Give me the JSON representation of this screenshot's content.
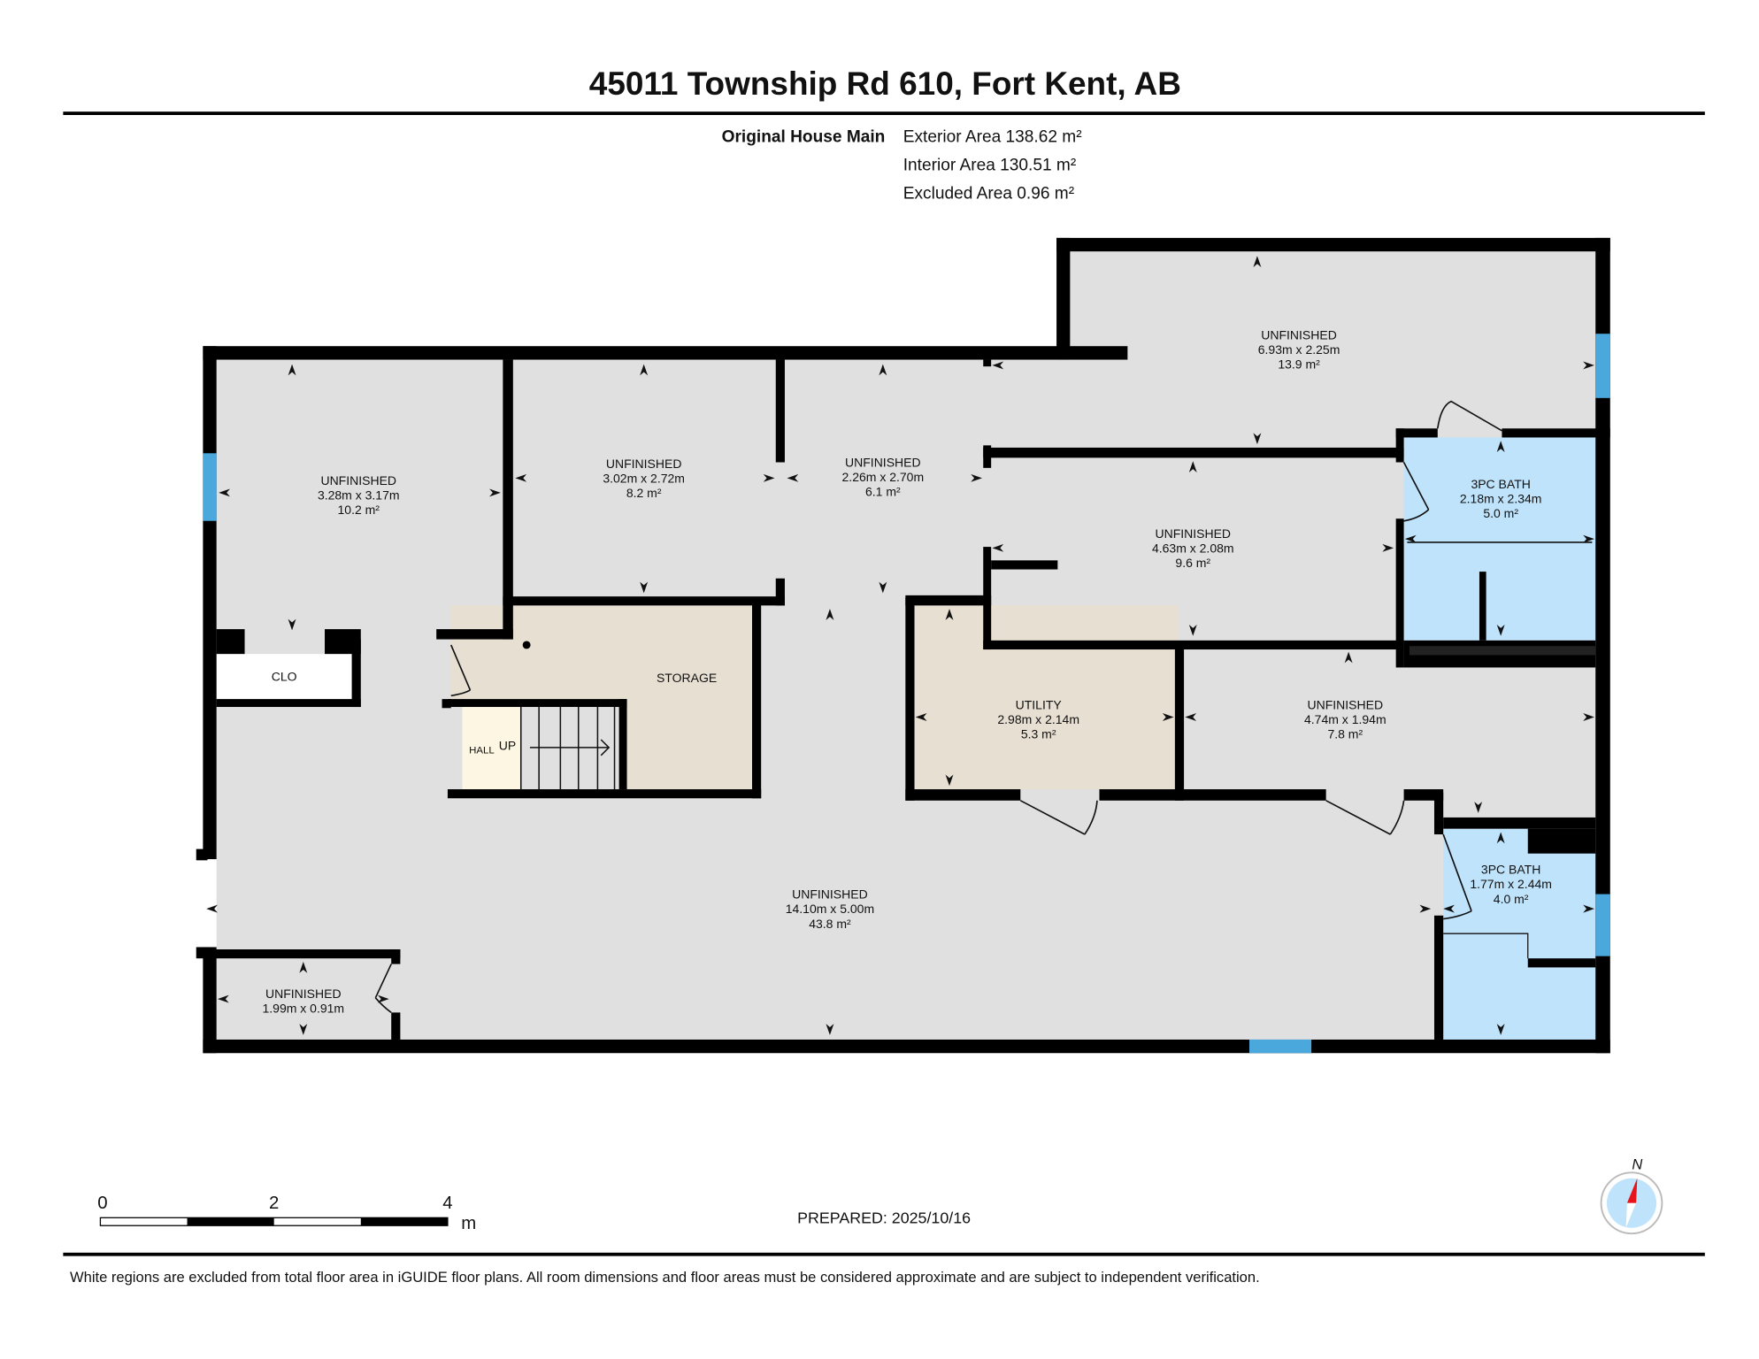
{
  "header": {
    "title": "45011 Township Rd 610, Fort Kent, AB",
    "section": "Original House Main",
    "exterior_area": "Exterior Area 138.62 m²",
    "interior_area": "Interior Area 130.51 m²",
    "excluded_area": "Excluded Area 0.96 m²"
  },
  "rooms": [
    {
      "name": "UNFINISHED",
      "dims": "3.28m x 3.17m",
      "area": "10.2 m²"
    },
    {
      "name": "UNFINISHED",
      "dims": "3.02m x 2.72m",
      "area": "8.2 m²"
    },
    {
      "name": "UNFINISHED",
      "dims": "2.26m x 2.70m",
      "area": "6.1 m²"
    },
    {
      "name": "UNFINISHED",
      "dims": "6.93m x 2.25m",
      "area": "13.9 m²"
    },
    {
      "name": "UNFINISHED",
      "dims": "4.63m x 2.08m",
      "area": "9.6 m²"
    },
    {
      "name": "3PC BATH",
      "dims": "2.18m x 2.34m",
      "area": "5.0 m²"
    },
    {
      "name": "UTILITY",
      "dims": "2.98m x 2.14m",
      "area": "5.3 m²"
    },
    {
      "name": "UNFINISHED",
      "dims": "4.74m x 1.94m",
      "area": "7.8 m²"
    },
    {
      "name": "3PC BATH",
      "dims": "1.77m x 2.44m",
      "area": "4.0 m²"
    },
    {
      "name": "UNFINISHED",
      "dims": "14.10m x 5.00m",
      "area": "43.8 m²"
    },
    {
      "name": "UNFINISHED",
      "dims": "1.99m x 0.91m",
      "area": ""
    },
    {
      "name": "CLO"
    },
    {
      "name": "STORAGE"
    },
    {
      "name": "HALL"
    }
  ],
  "stairs_label": "UP",
  "scale": {
    "labels": [
      "0",
      "2",
      "4"
    ],
    "unit": "m"
  },
  "prepared": "PREPARED: 2025/10/16",
  "compass": {
    "north": "N"
  },
  "disclaimer": "White regions are excluded from total floor area in iGUIDE floor plans. All room dimensions and floor areas must be considered approximate and are subject to independent verification.",
  "colors": {
    "unfinished": "#e0e0e0",
    "storage": "#e8dfd3",
    "bath": "#bfe3fb",
    "hall": "#fdf6e3",
    "window": "#4aa8dc",
    "compass_needle": "#e8141b"
  }
}
